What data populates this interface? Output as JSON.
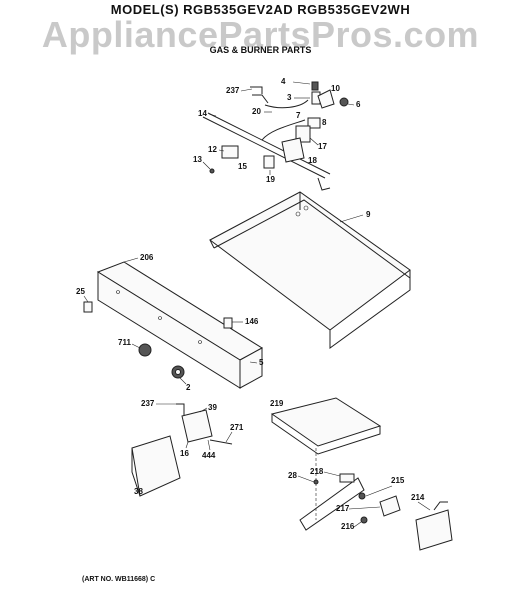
{
  "header": {
    "model": "MODEL(S) RGB535GEV2AD  RGB535GEV2WH",
    "watermark": "AppliancePartsPros.com",
    "subtitle": "GAS & BURNER PARTS"
  },
  "footer": {
    "art_no": "(ART NO. WB11668) C"
  },
  "callouts": [
    {
      "id": "4",
      "label": "4"
    },
    {
      "id": "10",
      "label": "10"
    },
    {
      "id": "237a",
      "label": "237"
    },
    {
      "id": "3",
      "label": "3"
    },
    {
      "id": "6",
      "label": "6"
    },
    {
      "id": "20",
      "label": "20"
    },
    {
      "id": "14",
      "label": "14"
    },
    {
      "id": "7",
      "label": "7"
    },
    {
      "id": "8",
      "label": "8"
    },
    {
      "id": "17",
      "label": "17"
    },
    {
      "id": "12",
      "label": "12"
    },
    {
      "id": "15",
      "label": "15"
    },
    {
      "id": "13",
      "label": "13"
    },
    {
      "id": "18",
      "label": "18"
    },
    {
      "id": "19",
      "label": "19"
    },
    {
      "id": "9",
      "label": "9"
    },
    {
      "id": "206",
      "label": "206"
    },
    {
      "id": "25",
      "label": "25"
    },
    {
      "id": "146",
      "label": "146"
    },
    {
      "id": "711",
      "label": "711"
    },
    {
      "id": "5",
      "label": "5"
    },
    {
      "id": "2",
      "label": "2"
    },
    {
      "id": "237b",
      "label": "237"
    },
    {
      "id": "39",
      "label": "39"
    },
    {
      "id": "219",
      "label": "219"
    },
    {
      "id": "271",
      "label": "271"
    },
    {
      "id": "16",
      "label": "16"
    },
    {
      "id": "444",
      "label": "444"
    },
    {
      "id": "38",
      "label": "38"
    },
    {
      "id": "218",
      "label": "218"
    },
    {
      "id": "28",
      "label": "28"
    },
    {
      "id": "215",
      "label": "215"
    },
    {
      "id": "214",
      "label": "214"
    },
    {
      "id": "217",
      "label": "217"
    },
    {
      "id": "216",
      "label": "216"
    }
  ]
}
